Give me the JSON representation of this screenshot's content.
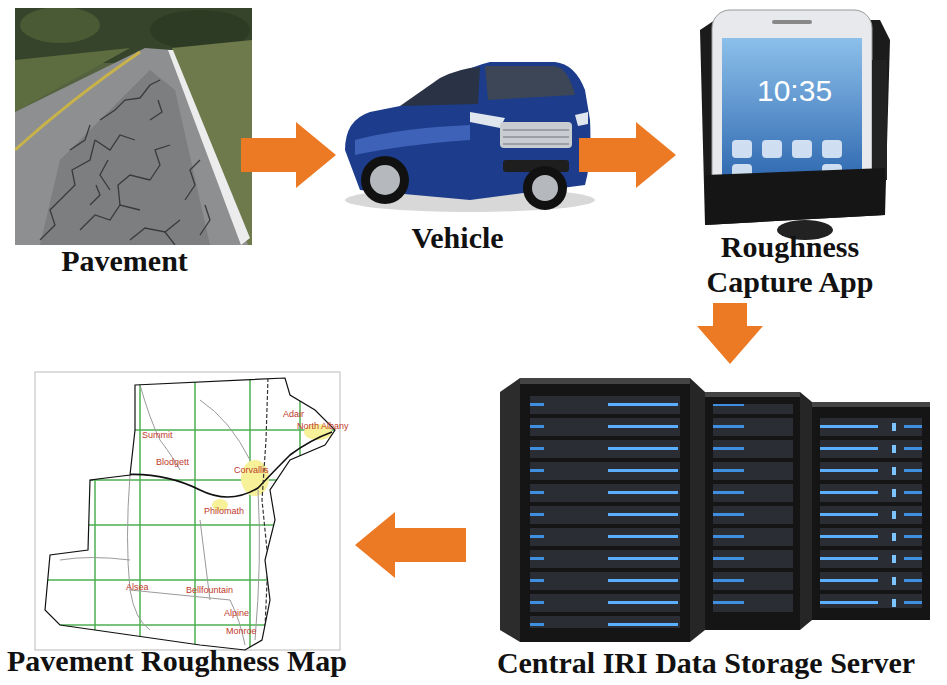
{
  "diagram": {
    "nodes": [
      {
        "text": [
          "Pavement"
        ]
      },
      {
        "text": [
          "Vehicle"
        ]
      },
      {
        "text": [
          "Roughness Capture App"
        ]
      },
      {
        "text": [
          "Central IRI Data Storage Server"
        ]
      },
      {
        "text": [
          "Pavement Roughness Map"
        ]
      }
    ],
    "edges": [
      {
        "from": 0,
        "to": 1,
        "arrow": "to"
      },
      {
        "from": 1,
        "to": 2,
        "arrow": "to"
      },
      {
        "from": 2,
        "to": 3,
        "arrow": "to"
      },
      {
        "from": 3,
        "to": 4,
        "arrow": "to"
      }
    ],
    "labels": [
      "10:35",
      "Adair",
      "North Albany",
      "Summit",
      "Blodgett",
      "Corvallis",
      "Philomath",
      "Alsea",
      "Bellfountain",
      "Alpine",
      "Monroe"
    ]
  }
}
